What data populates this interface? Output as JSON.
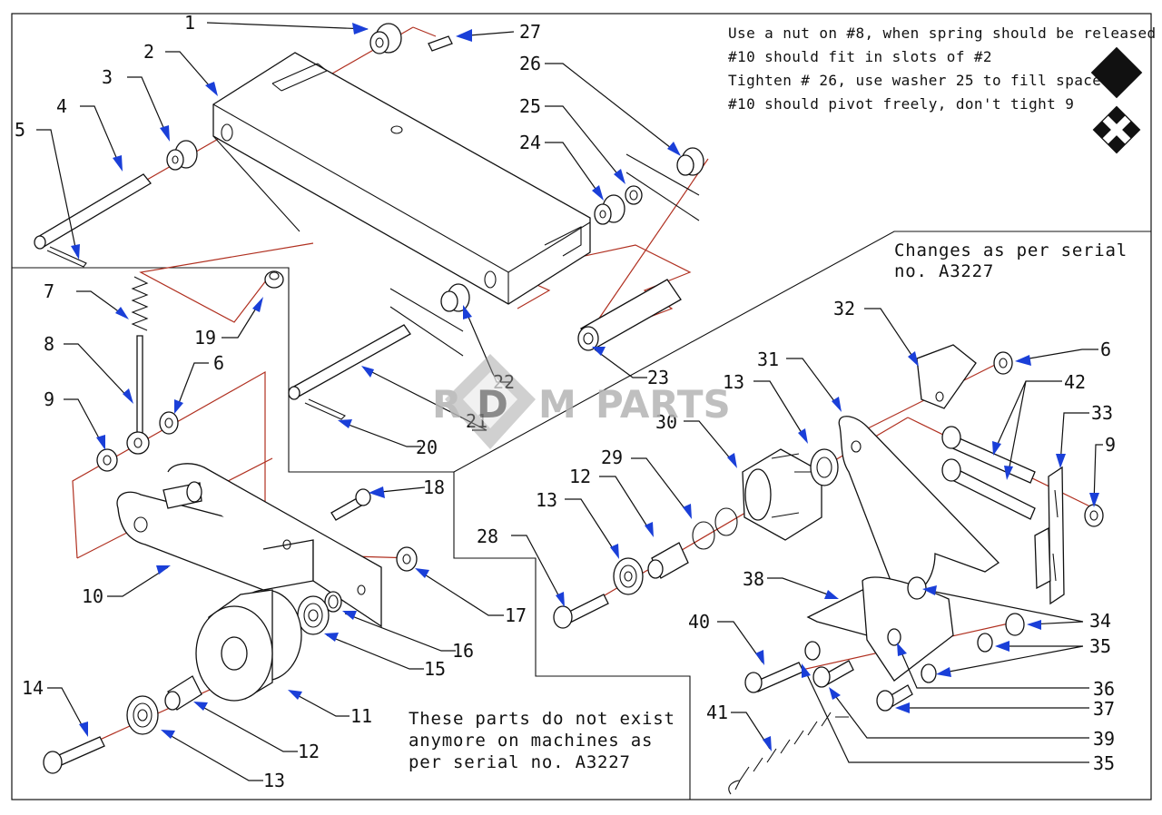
{
  "diagram": {
    "watermark": {
      "left_letters": "R",
      "center_letter": "D",
      "right_letters": "M",
      "suffix": "PARTS"
    },
    "notes_top_right": [
      "Use a nut on #8, when spring should be released",
      "#10 should fit in slots of #2",
      "Tighten # 26, use washer 25 to fill space",
      "#10 should pivot freely, don't tight 9"
    ],
    "note_changes": [
      "Changes as per serial",
      "no. A3227"
    ],
    "note_obsolete": [
      "These parts do not exist",
      "anymore on machines as",
      "per serial no. A3227"
    ],
    "labels": {
      "l1": "1",
      "l2": "2",
      "l3": "3",
      "l4": "4",
      "l5": "5",
      "l6a": "6",
      "l6b": "6",
      "l7": "7",
      "l8": "8",
      "l9a": "9",
      "l9b": "9",
      "l10": "10",
      "l11": "11",
      "l12a": "12",
      "l12b": "12",
      "l13a": "13",
      "l13b": "13",
      "l13c": "13",
      "l14": "14",
      "l15": "15",
      "l16": "16",
      "l17": "17",
      "l18": "18",
      "l19": "19",
      "l20": "20",
      "l21": "21",
      "l22": "22",
      "l23": "23",
      "l24": "24",
      "l25": "25",
      "l26": "26",
      "l27": "27",
      "l28": "28",
      "l29": "29",
      "l30": "30",
      "l31": "31",
      "l32": "32",
      "l33": "33",
      "l34": "34",
      "l35a": "35",
      "l35b": "35",
      "l36": "36",
      "l37": "37",
      "l38": "38",
      "l39": "39",
      "l40": "40",
      "l41": "41",
      "l42": "42"
    }
  }
}
